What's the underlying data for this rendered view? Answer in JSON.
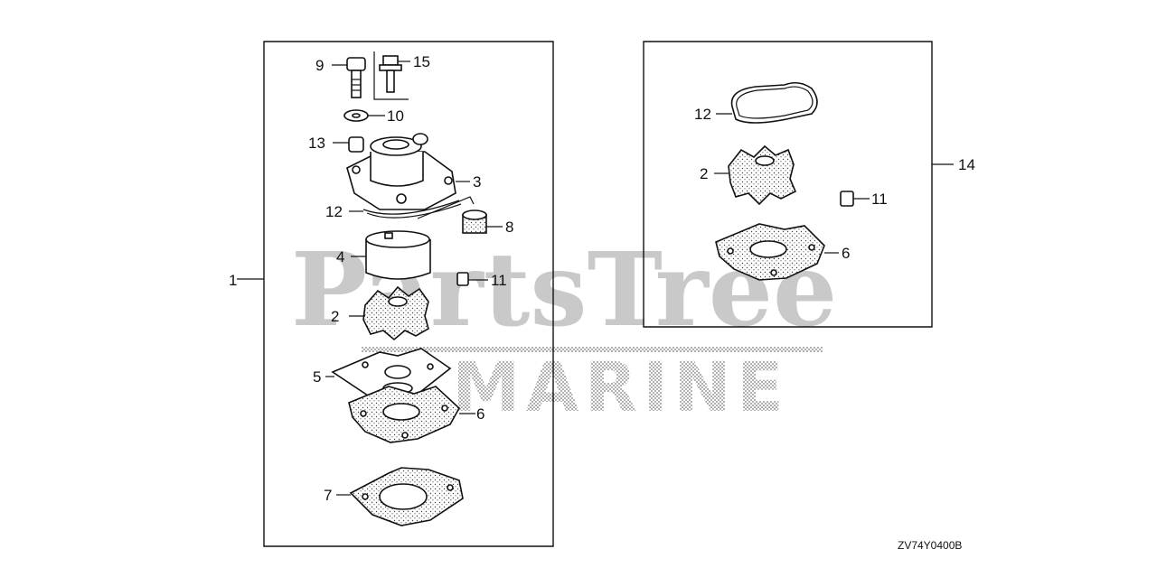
{
  "watermark": {
    "line1": "PartsTree",
    "line2": "MARINE"
  },
  "diagram_code": "ZV74Y0400B",
  "assembly": {
    "label": "1",
    "callouts": [
      "9",
      "15",
      "10",
      "13",
      "3",
      "12",
      "8",
      "4",
      "11",
      "2",
      "5",
      "6",
      "7"
    ]
  },
  "kit": {
    "label": "14",
    "callouts": [
      "12",
      "2",
      "11",
      "6"
    ]
  }
}
